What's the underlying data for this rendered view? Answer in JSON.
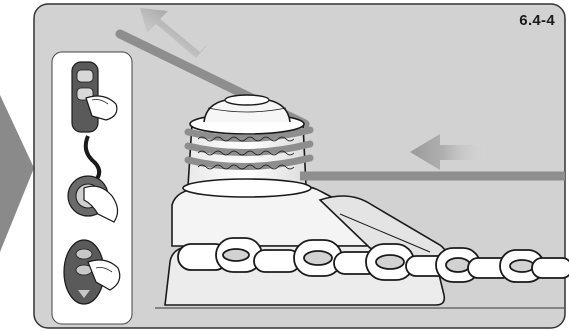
{
  "figure": {
    "label": "6.4-4"
  },
  "colors": {
    "panel_background": "#d2d2d2",
    "panel_border": "#333333",
    "rope": "#8e8e8e",
    "arrow": "#a8a8a8",
    "pointer_chevron": "#8a8a8a",
    "windlass_body": "#ffffff",
    "outline": "#1a1a1a"
  },
  "controls": [
    {
      "name": "handheld-remote-icon"
    },
    {
      "name": "deck-footswitch-icon"
    },
    {
      "name": "wireless-remote-icon"
    }
  ],
  "arrows": [
    {
      "name": "rope-pull-up-arrow",
      "direction": "up-left"
    },
    {
      "name": "rope-feed-arrow",
      "direction": "left"
    }
  ]
}
